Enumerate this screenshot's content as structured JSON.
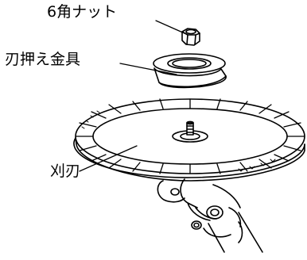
{
  "labels": {
    "nut": "6角ナット",
    "blade_holder": "刃押え金具",
    "blade": "刈刃"
  },
  "colors": {
    "line": "#000000",
    "background": "#ffffff"
  }
}
